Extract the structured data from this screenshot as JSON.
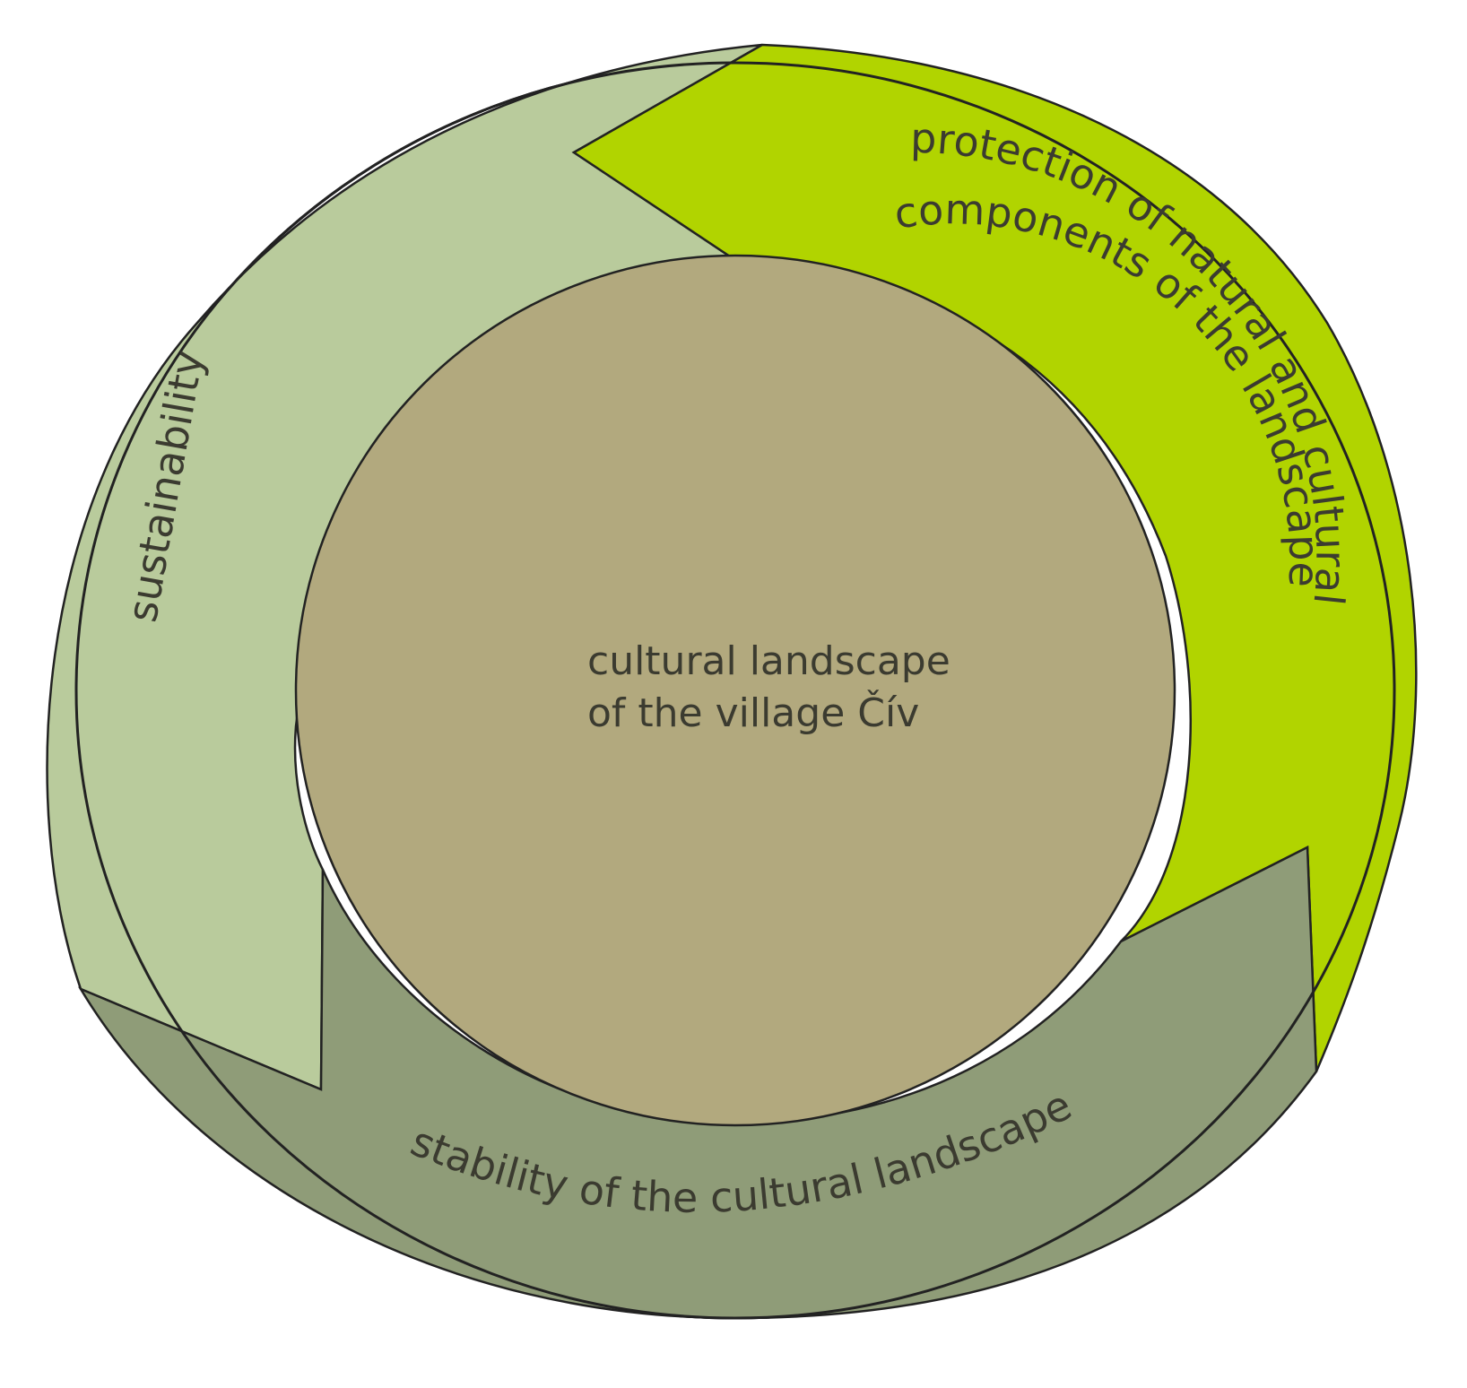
{
  "segments": {
    "sustainability": {
      "label": "sustainability",
      "color": "#b9cb9c"
    },
    "protection": {
      "label_line1": "protection of natural and cultural",
      "label_line2": "components of the landscape",
      "color": "#b1d400"
    },
    "stability": {
      "label": "stability of the cultural landscape",
      "color": "#8f9c78"
    }
  },
  "center": {
    "label_line1": "cultural landscape",
    "label_line2": "of the village Čív",
    "color": "#b2a97e"
  },
  "outline_color": "#222222"
}
